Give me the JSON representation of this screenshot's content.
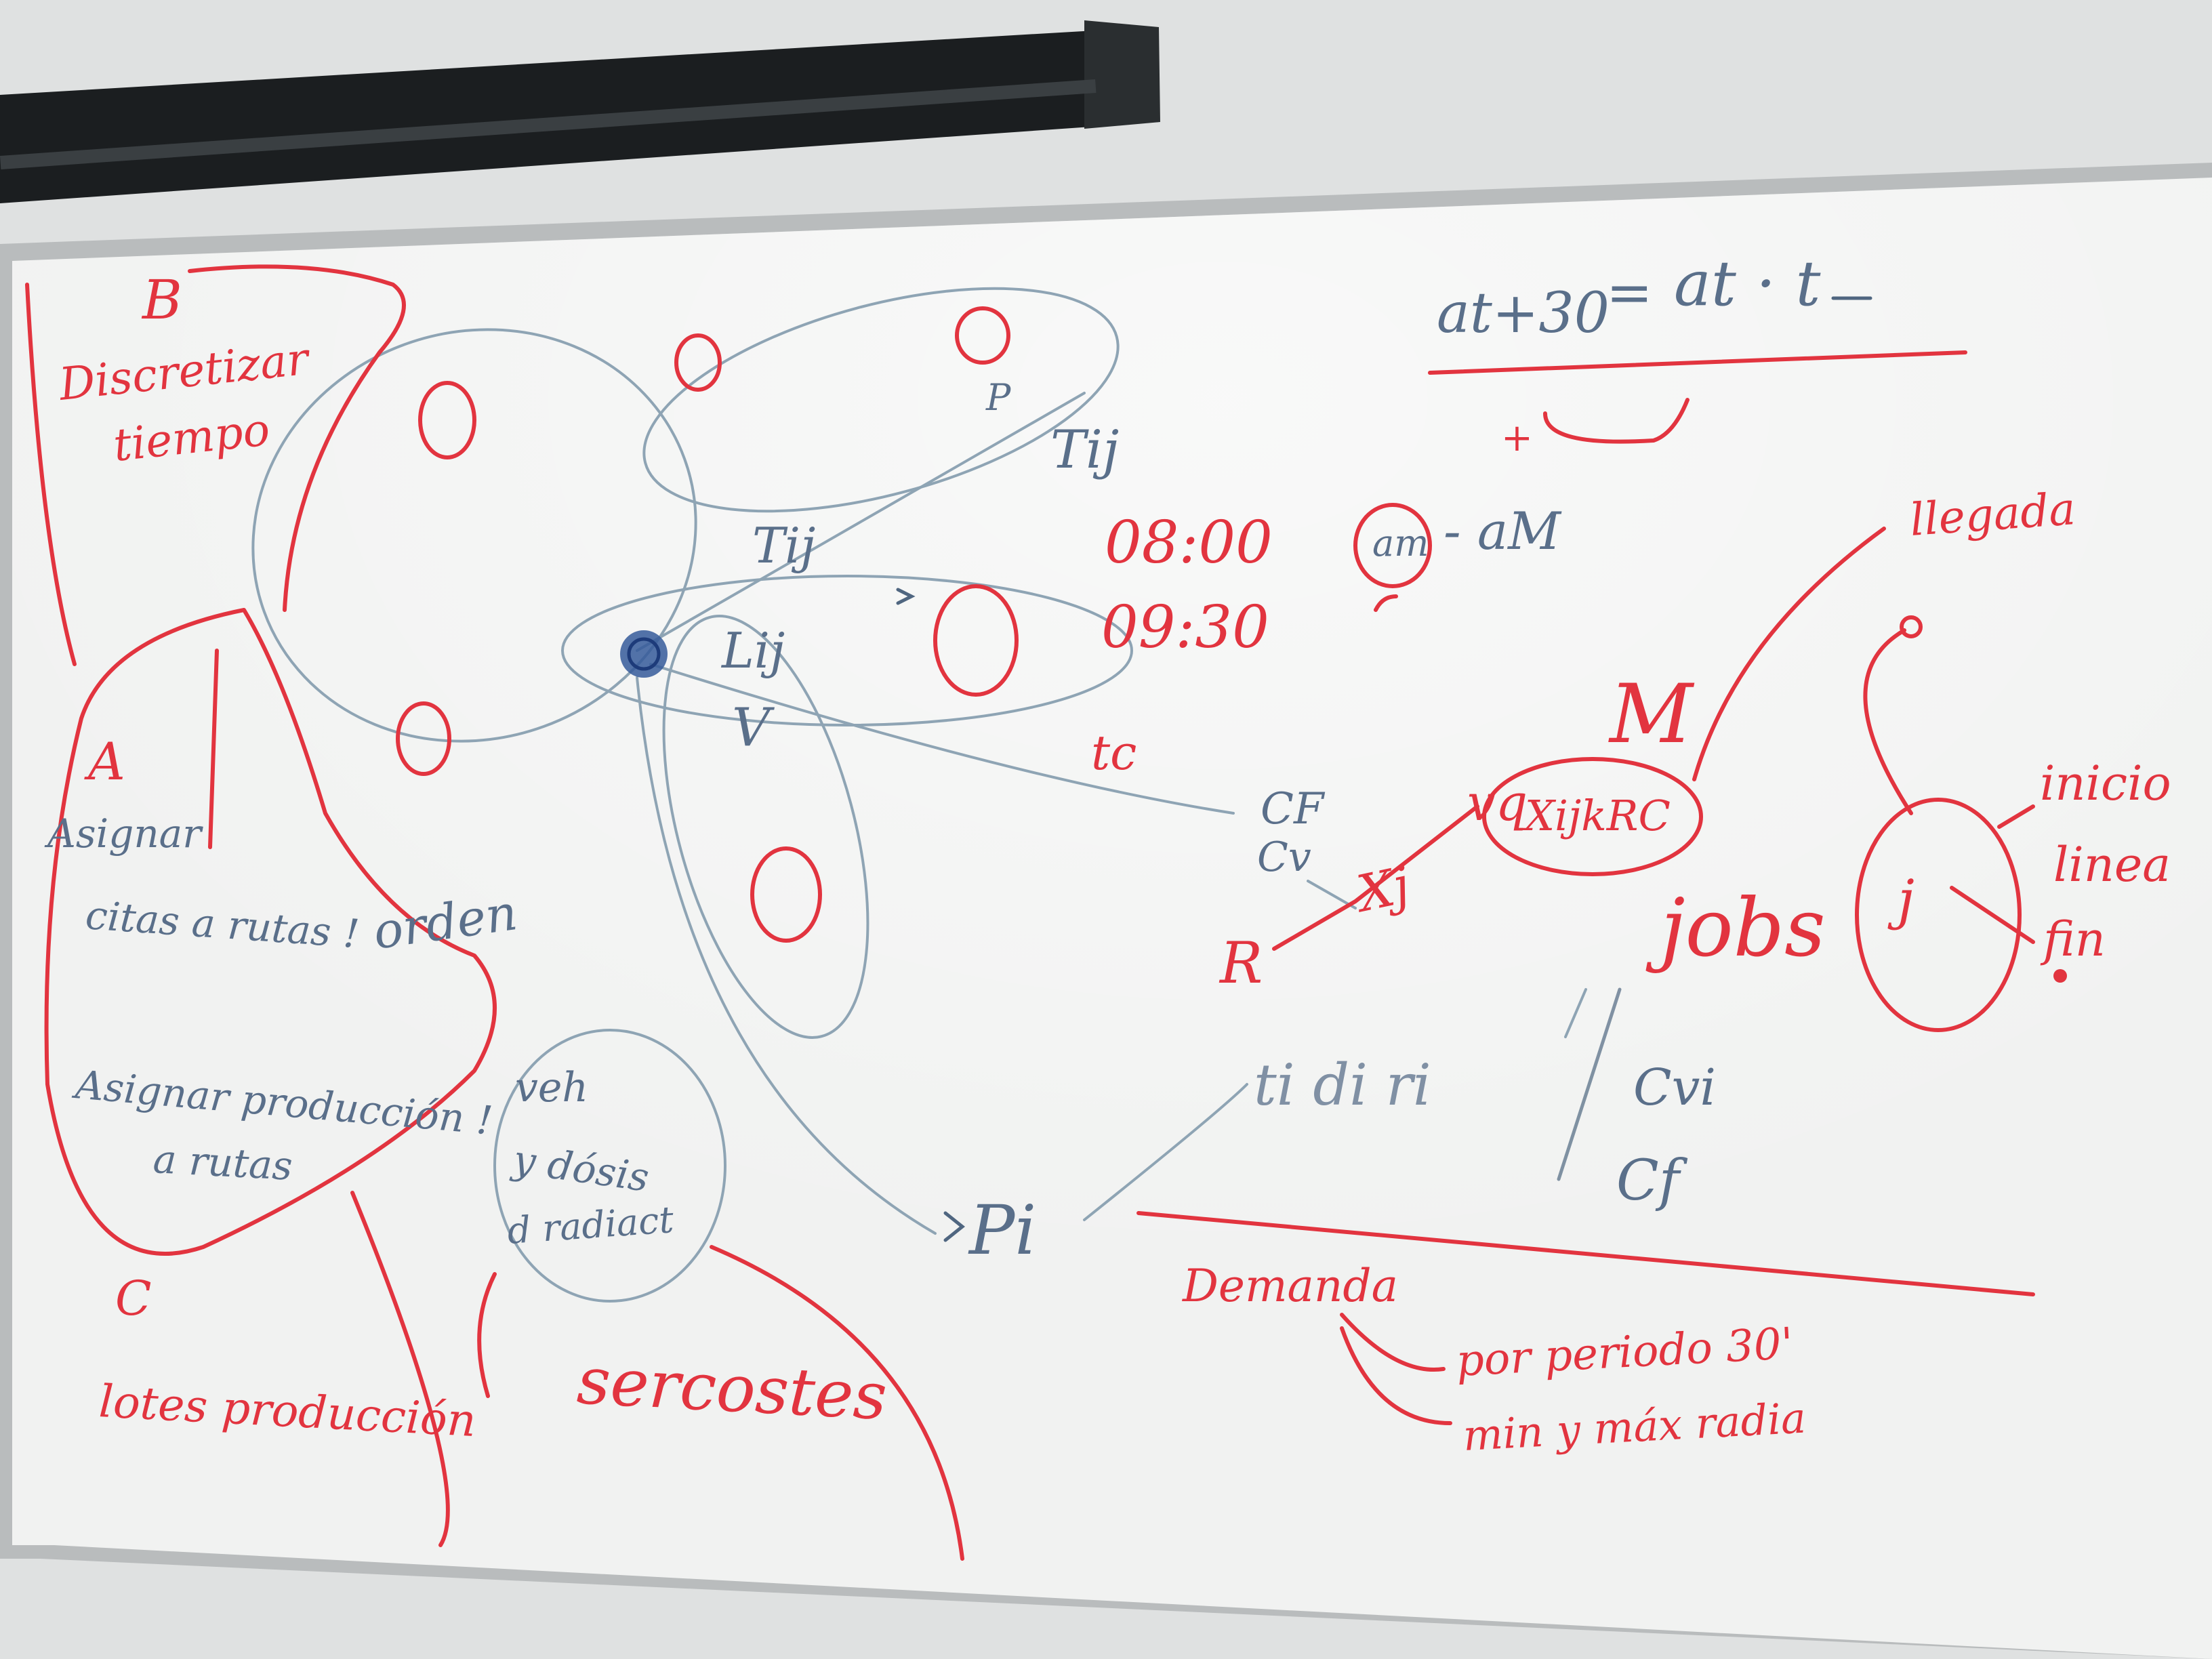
{
  "colors": {
    "wall": "#dfe1e1",
    "board": "#f1f2f1",
    "frame": "#b9bcbd",
    "rail": "#1b1e20",
    "red_marker": "#e2343f",
    "blue_marker": "#4f6680",
    "faded_blue": "#8ea4b4"
  },
  "whiteboard": {
    "left_top": {
      "letter_b": "B",
      "discretize_1": "Discretizar",
      "discretize_2": "tiempo"
    },
    "left_middle": {
      "letter_a": "A",
      "assign_1": "Asignar",
      "assign_2": "citas a rutas !",
      "orden": "orden",
      "assign_prod_1": "Asignar producción !",
      "assign_prod_2": "a rutas",
      "letter_c": "C",
      "lotes": "lotes producción"
    },
    "center": {
      "veh_1": "veh",
      "veh_2": "y dósis",
      "veh_3": "d radiact",
      "sobrecostes": "sercostes",
      "tij_top": "Tij",
      "tij_mid": "Tij",
      "lij": "Lij",
      "v": "V",
      "p": "P",
      "pi": "Pi",
      "ti_di_ri": "ti di ri",
      "time_1": "08:00",
      "time_2": "09:30",
      "am_circle": "am",
      "am_dash": "- aM",
      "plus": "+",
      "tc": "tc",
      "cf": "CF",
      "cv": "Cv",
      "cvi": "Cvi",
      "cf2": "Cf",
      "r": "R",
      "xj": "Xj"
    },
    "right": {
      "formula_lhs": "at+30",
      "formula_eq": "=",
      "formula_rhs": "at · t",
      "llegada": "llegada",
      "m": "M",
      "vqx": "vq",
      "xijkrc": "XijkRC",
      "jobs": "jobs",
      "j": "j",
      "inicio": "inicio",
      "linea": "linea",
      "fin": "fin",
      "demanda": "Demanda",
      "por_periodo": "por periodo 30'",
      "min_max": "min y máx radia"
    }
  }
}
